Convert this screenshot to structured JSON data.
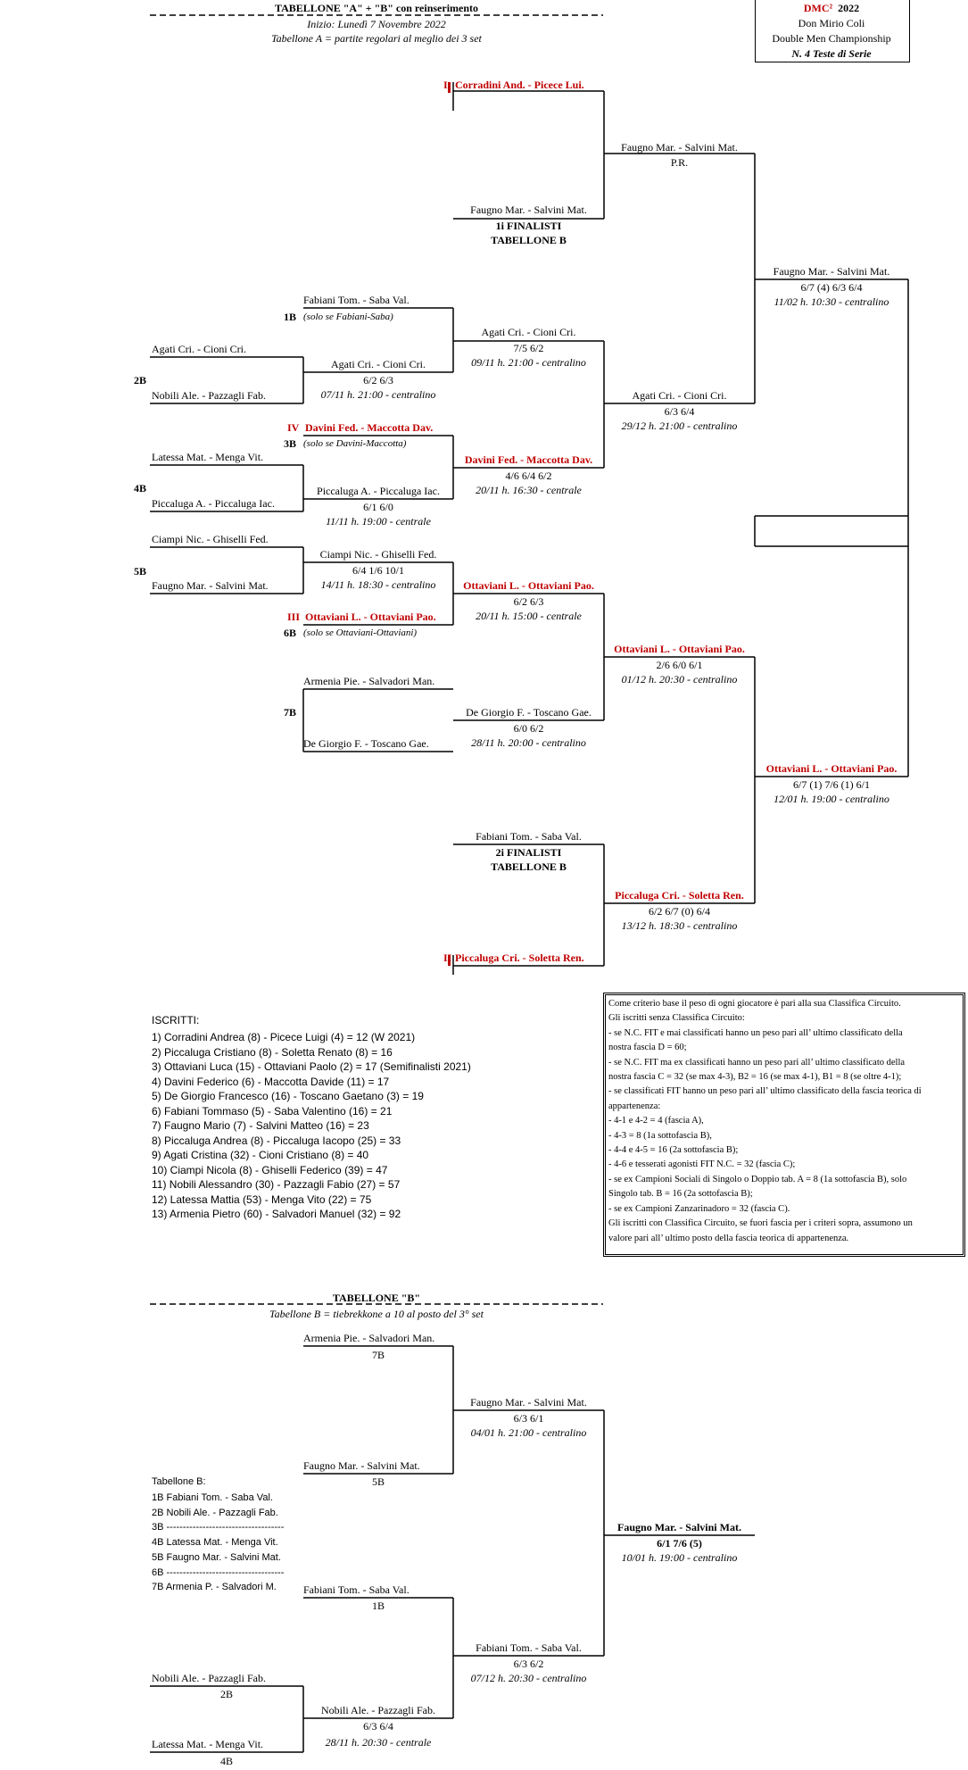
{
  "header": {
    "title": "TABELLONE  \"A\" + \"B\" con reinserimento",
    "start": "Inizio: Lunedì 7 Novembre 2022",
    "rule": "Tabellone A = partite regolari al meglio dei 3 set"
  },
  "logo": {
    "dmc": "DMC²",
    "year": "2022",
    "line1": "Don Mirio Coli",
    "line2": "Double Men Championship",
    "line3": "N. 4 Teste di Serie"
  },
  "bracket_a": {
    "seed1_num": "I",
    "seed1": "Corradini And. - Picece Lui.",
    "fin1_pair": "Faugno Mar. - Salvini Mat.",
    "fin1_label": "1i FINALISTI",
    "fin1_label2": "TABELLONE B",
    "sf1_pair": "Faugno Mar. - Salvini Mat.",
    "sf1_res": "P.R.",
    "top_pair": "Faugno Mar. - Salvini Mat.",
    "top_score": "6/7 (4)  6/3  6/4",
    "top_date": "11/02 h. 10:30 - centralino",
    "p1b_pair": "Fabiani Tom. - Saba Val.",
    "p1b_lbl": "1B",
    "p1b_note": "(solo se Fabiani-Saba)",
    "p2b_a": "Agati Cri. - Cioni Cri.",
    "p2b_lbl": "2B",
    "p2b_b": "Nobili Ale. - Pazzagli Fab.",
    "r1a_win": "Agati Cri. - Cioni Cri.",
    "r1a_score": "6/2  6/3",
    "r1a_date": "07/11 h. 21:00 - centralino",
    "r2a_win": "Agati Cri. - Cioni Cri.",
    "r2a_score": "7/5  6/2",
    "r2a_date": "09/11 h. 21:00 - centralino",
    "seed4_num": "IV",
    "seed4": "Davini Fed. - Maccotta Dav.",
    "p3b_lbl": "3B",
    "p3b_note": "(solo se Davini-Maccotta)",
    "p4b_a": "Latessa Mat. - Menga Vit.",
    "p4b_lbl": "4B",
    "p4b_b": "Piccaluga A. - Piccaluga Iac.",
    "r1b_win": "Piccaluga A. - Piccaluga Iac.",
    "r1b_score": "6/1  6/0",
    "r1b_date": "11/11 h. 19:00 - centrale",
    "r2b_win": "Davini Fed. - Maccotta Dav.",
    "r2b_score": "4/6  6/4  6/2",
    "r2b_date": "20/11 h. 16:30 - centrale",
    "qf1_win": "Agati Cri. - Cioni Cri.",
    "qf1_score": "6/3  6/4",
    "qf1_date": "29/12 h. 21:00 - centralino",
    "p5b_a": "Ciampi Nic. - Ghiselli Fed.",
    "p5b_lbl": "5B",
    "p5b_b": "Faugno Mar. - Salvini Mat.",
    "r1c_win": "Ciampi Nic. - Ghiselli Fed.",
    "r1c_score": "6/4  1/6  10/1",
    "r1c_date": "14/11 h. 18:30 - centralino",
    "seed3_num": "III",
    "seed3": "Ottaviani L. - Ottaviani Pao.",
    "p6b_lbl": "6B",
    "p6b_note": "(solo se Ottaviani-Ottaviani)",
    "r2c_win": "Ottaviani L. - Ottaviani Pao.",
    "r2c_score": "6/2  6/3",
    "r2c_date": "20/11 h. 15:00 - centrale",
    "p7b_a": "Armenia Pie. - Salvadori Man.",
    "p7b_lbl": "7B",
    "p7b_b": "De Giorgio F. - Toscano Gae.",
    "r2d_win": "De Giorgio F. - Toscano Gae.",
    "r2d_score": "6/0  6/2",
    "r2d_date": "28/11 h. 20:00 - centralino",
    "qf2_win": "Ottaviani L. - Ottaviani Pao.",
    "qf2_score": "2/6  6/0  6/1",
    "qf2_date": "01/12 h. 20:30 - centralino",
    "sf2_win": "Ottaviani L. - Ottaviani Pao.",
    "sf2_score": "6/7 (1)  7/6 (1)  6/1",
    "sf2_date": "12/01 h. 19:00 - centralino",
    "fin2_pair": "Fabiani Tom. - Saba Val.",
    "fin2_label": "2i FINALISTI",
    "fin2_label2": "TABELLONE B",
    "seed2_num": "II",
    "seed2": "Piccaluga Cri. - Soletta Ren.",
    "sf2b_win": "Piccaluga Cri. - Soletta Ren.",
    "sf2b_score": "6/2  6/7 (0)  6/4",
    "sf2b_date": "13/12 h. 18:30 - centralino"
  },
  "iscritti": {
    "title": "ISCRITTI:",
    "items": [
      "1) Corradini Andrea (8) - Picece Luigi (4) = 12 (W 2021)",
      "2) Piccaluga Cristiano (8) - Soletta Renato (8) = 16",
      "3) Ottaviani Luca (15) - Ottaviani Paolo (2) = 17 (Semifinalisti 2021)",
      "4) Davini Federico (6) - Maccotta Davide (11) = 17",
      "5) De Giorgio Francesco (16) - Toscano Gaetano (3) = 19",
      "6) Fabiani Tommaso (5) - Saba Valentino (16) = 21",
      "7) Faugno Mario (7) - Salvini Matteo (16) = 23",
      "8) Piccaluga Andrea (8) - Piccaluga Iacopo (25) = 33",
      "9) Agati Cristina (32) - Cioni Cristiano (8) = 40",
      "10) Ciampi Nicola (8) - Ghiselli Federico (39) = 47",
      "11) Nobili Alessandro (30) - Pazzagli Fabio (27) = 57",
      "12) Latessa Mattia (53) - Menga Vito (22) = 75",
      "13) Armenia Pietro (60) - Salvadori Manuel (32) = 92"
    ]
  },
  "criteria": {
    "lines": [
      "Come criterio base il peso di ogni giocatore è pari alla sua Classifica Circuito.",
      "Gli iscritti senza Classifica Circuito:",
      "- se N.C. FIT e mai classificati hanno un peso pari all’ ultimo classificato della",
      "nostra fascia D = 60;",
      "- se N.C. FIT ma ex classificati hanno un peso pari all’ ultimo classificato della",
      "nostra fascia C = 32 (se max 4-3), B2 = 16 (se max 4-1), B1 = 8 (se oltre 4-1);",
      "- se classificati FIT hanno un peso pari all’ ultimo classificato della fascia teorica di",
      "appartenenza:",
      "- 4-1 e 4-2 = 4 (fascia A),",
      "- 4-3 = 8 (1a sottofascia B),",
      "- 4-4 e 4-5 = 16 (2a sottofascia B);",
      "- 4-6 e tesserati agonisti FIT N.C. = 32 (fascia C);",
      "- se ex Campioni Sociali di Singolo o Doppio tab. A = 8 (1a sottofascia B), solo",
      "Singolo tab. B = 16 (2a sottofascia B);",
      "- se ex Campioni Zanzarinadoro = 32 (fascia C).",
      "Gli iscritti con Classifica Circuito, se fuori fascia per i criteri sopra, assumono un",
      "valore pari all’ ultimo posto della fascia teorica di appartenenza."
    ]
  },
  "bracket_b": {
    "title": "TABELLONE  \"B\"",
    "rule": "Tabellone B = tiebrekkone a 10 al posto del 3° set",
    "m1_a": "Armenia Pie. - Salvadori Man.",
    "m1_a_lbl": "7B",
    "m1_b": "Faugno Mar. - Salvini Mat.",
    "m1_b_lbl": "5B",
    "m1_win": "Faugno Mar. - Salvini Mat.",
    "m1_score": "6/3  6/1",
    "m1_date": "04/01 h. 21:00 - centralino",
    "list_title": "Tabellone B:",
    "list": [
      "1B Fabiani Tom. - Saba Val.",
      "2B Nobili Ale. - Pazzagli Fab.",
      "3B ------------------------------------",
      "4B Latessa Mat. - Menga Vit.",
      "5B Faugno Mar. - Salvini Mat.",
      "6B ------------------------------------",
      "7B Armenia P. - Salvadori M."
    ],
    "final_win": "Faugno Mar. - Salvini Mat.",
    "final_score": "6/1  7/6 (5)",
    "final_date": "10/01 h. 19:00 - centralino",
    "m2_a": "Fabiani Tom. - Saba Val.",
    "m2_a_lbl": "1B",
    "m2_win": "Fabiani Tom. - Saba Val.",
    "m2_score": "6/3  6/2",
    "m2_date": "07/12 h. 20:30 - centralino",
    "m3_a": "Nobili Ale. - Pazzagli Fab.",
    "m3_a_lbl": "2B",
    "m3_b": "Latessa Mat. - Menga Vit.",
    "m3_b_lbl": "4B",
    "m3_win": "Nobili Ale. - Pazzagli Fab.",
    "m3_score": "6/3  6/4",
    "m3_date": "28/11 h. 20:30 - centrale"
  }
}
